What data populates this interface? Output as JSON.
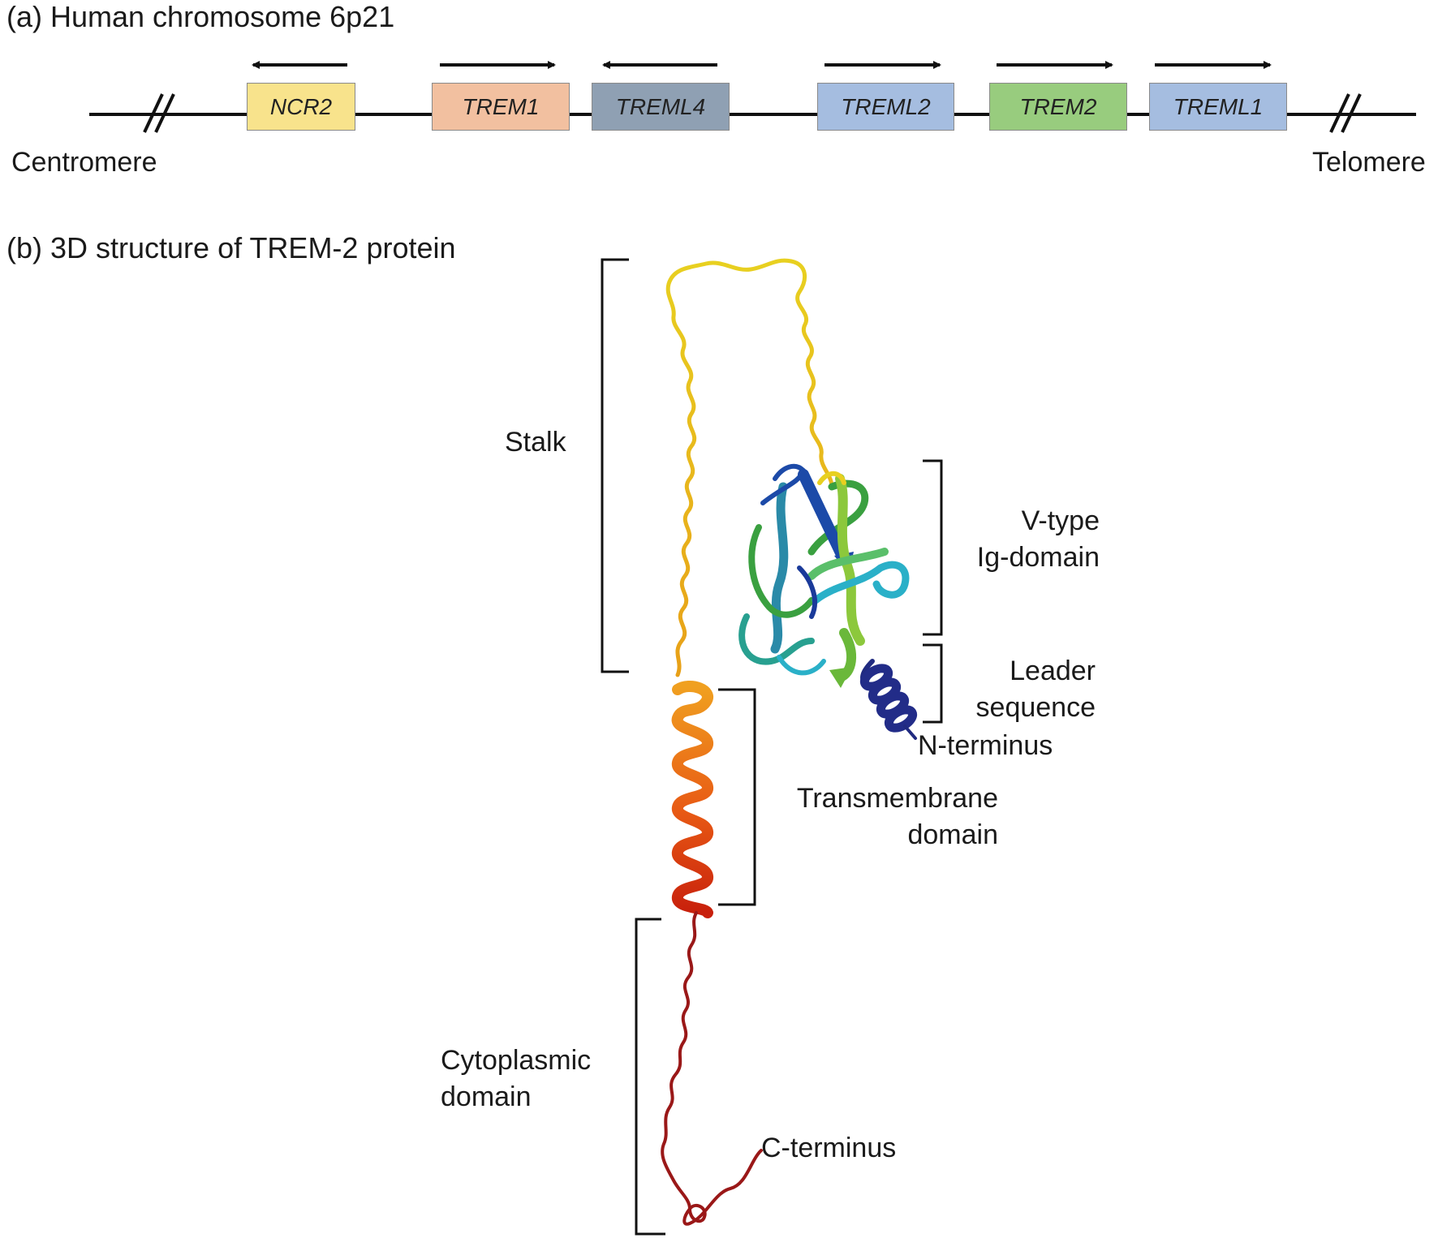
{
  "panel_a": {
    "title": "(a)  Human chromosome 6p21",
    "left_end": "Centromere",
    "right_end": "Telomere",
    "genes": [
      {
        "name": "NCR2",
        "color": "#f8e38c",
        "direction": "left"
      },
      {
        "name": "TREM1",
        "color": "#f2c0a0",
        "direction": "right"
      },
      {
        "name": "TREML4",
        "color": "#8fa0b3",
        "direction": "left"
      },
      {
        "name": "TREML2",
        "color": "#a5bde0",
        "direction": "right"
      },
      {
        "name": "TREM2",
        "color": "#98cc7e",
        "direction": "right"
      },
      {
        "name": "TREML1",
        "color": "#a5bde0",
        "direction": "right"
      }
    ]
  },
  "panel_b": {
    "title": "(b)  3D structure of TREM-2 protein",
    "labels": {
      "stalk": "Stalk",
      "v_type_1": "V-type",
      "v_type_2": "Ig-domain",
      "leader_1": "Leader",
      "leader_2": "sequence",
      "n_terminus": "N-terminus",
      "tm_1": "Transmembrane",
      "tm_2": "domain",
      "cyto_1": "Cytoplasmic",
      "cyto_2": "domain",
      "c_terminus": "C-terminus"
    }
  },
  "colors": {
    "stalk": "#e8c21e",
    "helix_top": "#f0a020",
    "helix_bottom": "#d23a10",
    "cyto": "#9a1818",
    "ig_green": "#3aa040",
    "ig_blue": "#1c4aa8",
    "ig_cyan": "#2ab0c8",
    "leader": "#202a80"
  }
}
